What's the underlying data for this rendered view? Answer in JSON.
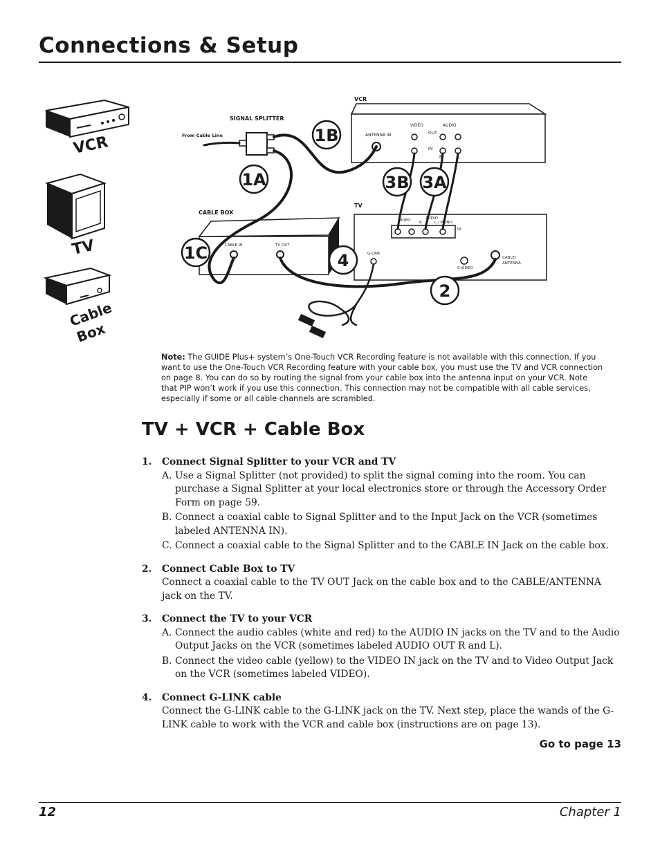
{
  "header": {
    "title": "Connections & Setup"
  },
  "devices": {
    "vcr": "VCR",
    "tv": "TV",
    "cable_line1": "Cable",
    "cable_line2": "Box"
  },
  "diagram": {
    "vcr_label": "VCR",
    "signal_splitter_label": "SIGNAL SPLITTER",
    "from_cable_line": "From Cable Line",
    "cable_box_label": "CABLE BOX",
    "tv_label": "TV",
    "antenna_in": "ANTENNA IN",
    "video": "VIDEO",
    "audio": "AUDIO",
    "out": "OUT",
    "in": "IN",
    "r": "R",
    "l": "L",
    "cable_in": "CABLE IN",
    "tv_out": "TV OUT",
    "g_link": "G-LINK",
    "s_video": "S-VIDEO",
    "cable_antenna_1": "CABLE/",
    "cable_antenna_2": "ANTENNA",
    "tv_video": "VIDEO",
    "tv_audio": "AUDIO",
    "tv_r": "R",
    "tv_l_mono": "L / MONO",
    "tv_in": "IN",
    "badges": {
      "b1a": "1A",
      "b1b": "1B",
      "b1c": "1C",
      "b2": "2",
      "b3a": "3A",
      "b3b": "3B",
      "b4": "4"
    }
  },
  "note": {
    "label": "Note:",
    "text": "The GUIDE Plus+ system’s One-Touch VCR Recording feature is not available with this connection. If you want to use the One-Touch VCR Recording feature with your cable box, you  must use the TV and VCR connection on page 8. You can do so by routing the signal from your cable box into the antenna input on your VCR. Note that PIP won’t work if you use this connection. This connection may not be compatible with all cable services, especially if some or all cable channels are scrambled."
  },
  "section": {
    "title": "TV + VCR + Cable Box"
  },
  "steps": [
    {
      "num": "1.",
      "title": "Connect Signal Splitter to your VCR and TV",
      "subs": [
        {
          "letter": "A.",
          "text": "Use a Signal Splitter (not provided) to split the signal coming into the room. You can purchase a Signal Splitter at your local electronics store or through the Accessory Order Form on page 59."
        },
        {
          "letter": "B.",
          "text": "Connect a coaxial cable to Signal Splitter and to the Input Jack on the VCR (sometimes labeled ANTENNA IN)."
        },
        {
          "letter": "C.",
          "text": "Connect a coaxial cable to the Signal Splitter and to the CABLE IN Jack on the cable box."
        }
      ]
    },
    {
      "num": "2.",
      "title": "Connect Cable Box to TV",
      "body": "Connect a coaxial cable to the TV OUT Jack on the cable box and to the CABLE/ANTENNA jack on the TV."
    },
    {
      "num": "3.",
      "title": " Connect the TV to your VCR",
      "subs": [
        {
          "letter": "A.",
          "text": "Connect the audio cables (white and red) to the AUDIO IN jacks on the TV and to the Audio Output Jacks on the VCR (sometimes labeled AUDIO OUT R and L)."
        },
        {
          "letter": "B.",
          "text": "Connect the video cable (yellow) to the VIDEO IN jack on the TV and to Video Output Jack on the VCR (sometimes labeled VIDEO)."
        }
      ]
    },
    {
      "num": "4.",
      "title": " Connect G-LINK cable",
      "body": "Connect the G-LINK cable to the G-LINK jack on the TV. Next step, place the wands of the G-LINK cable to work with the VCR and cable box (instructions are on page 13)."
    }
  ],
  "goto": "Go to page 13",
  "footer": {
    "page": "12",
    "chapter": "Chapter 1"
  }
}
